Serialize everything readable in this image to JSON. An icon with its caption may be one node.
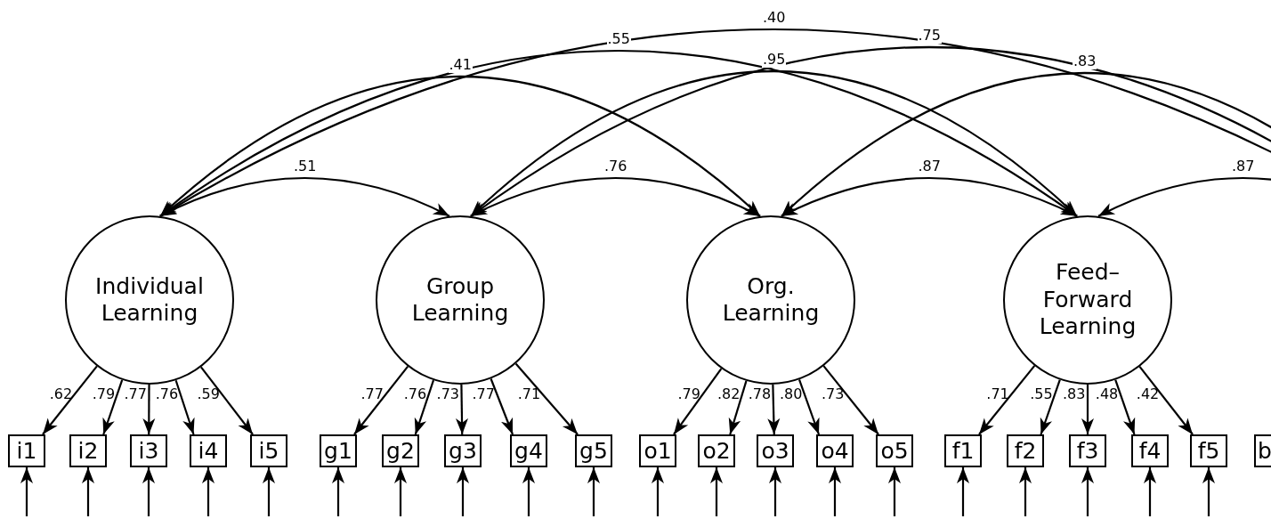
{
  "diagram": {
    "nodes": [
      {
        "text": [
          "Individual Learning"
        ]
      },
      {
        "text": [
          "Group Learning"
        ]
      },
      {
        "text": [
          "Org. Learning"
        ]
      },
      {
        "text": [
          "Feed–Forward Learning"
        ]
      },
      {
        "text": [
          "i1"
        ]
      },
      {
        "text": [
          "i2"
        ]
      },
      {
        "text": [
          "i3"
        ]
      },
      {
        "text": [
          "i4"
        ]
      },
      {
        "text": [
          "i5"
        ]
      },
      {
        "text": [
          "g1"
        ]
      },
      {
        "text": [
          "g2"
        ]
      },
      {
        "text": [
          "g3"
        ]
      },
      {
        "text": [
          "g4"
        ]
      },
      {
        "text": [
          "g5"
        ]
      },
      {
        "text": [
          "o1"
        ]
      },
      {
        "text": [
          "o2"
        ]
      },
      {
        "text": [
          "o3"
        ]
      },
      {
        "text": [
          "o4"
        ]
      },
      {
        "text": [
          "o5"
        ]
      },
      {
        "text": [
          "f1"
        ]
      },
      {
        "text": [
          "f2"
        ]
      },
      {
        "text": [
          "f3"
        ]
      },
      {
        "text": [
          "f4"
        ]
      },
      {
        "text": [
          "f5"
        ]
      },
      {
        "text": [
          "b"
        ]
      }
    ],
    "edges": [
      {
        "from": 0,
        "to": 1,
        "arrow": "both",
        "label": ".51"
      },
      {
        "from": 0,
        "to": 2,
        "arrow": "both",
        "label": ".41"
      },
      {
        "from": 0,
        "to": 3,
        "arrow": "both",
        "label": ".55"
      },
      {
        "from": null,
        "to": 0,
        "arrow": "to",
        "label": ".40"
      },
      {
        "from": 1,
        "to": 2,
        "arrow": "both",
        "label": ".76"
      },
      {
        "from": 1,
        "to": 3,
        "arrow": "both",
        "label": ".95"
      },
      {
        "from": null,
        "to": 1,
        "arrow": "to",
        "label": ".75"
      },
      {
        "from": 2,
        "to": 3,
        "arrow": "both",
        "label": ".87"
      },
      {
        "from": null,
        "to": 2,
        "arrow": "to",
        "label": ".83"
      },
      {
        "from": null,
        "to": 3,
        "arrow": "to",
        "label": ".87"
      },
      {
        "from": 0,
        "to": 4,
        "arrow": "to",
        "label": ".62"
      },
      {
        "from": 0,
        "to": 5,
        "arrow": "to",
        "label": ".79"
      },
      {
        "from": 0,
        "to": 6,
        "arrow": "to",
        "label": ".77"
      },
      {
        "from": 0,
        "to": 7,
        "arrow": "to",
        "label": ".76"
      },
      {
        "from": 0,
        "to": 8,
        "arrow": "to",
        "label": ".59"
      },
      {
        "from": 1,
        "to": 9,
        "arrow": "to",
        "label": ".77"
      },
      {
        "from": 1,
        "to": 10,
        "arrow": "to",
        "label": ".76"
      },
      {
        "from": 1,
        "to": 11,
        "arrow": "to",
        "label": ".73"
      },
      {
        "from": 1,
        "to": 12,
        "arrow": "to",
        "label": ".77"
      },
      {
        "from": 1,
        "to": 13,
        "arrow": "to",
        "label": ".71"
      },
      {
        "from": 2,
        "to": 14,
        "arrow": "to",
        "label": ".79"
      },
      {
        "from": 2,
        "to": 15,
        "arrow": "to",
        "label": ".82"
      },
      {
        "from": 2,
        "to": 16,
        "arrow": "to",
        "label": ".78"
      },
      {
        "from": 2,
        "to": 17,
        "arrow": "to",
        "label": ".80"
      },
      {
        "from": 2,
        "to": 18,
        "arrow": "to",
        "label": ".73"
      },
      {
        "from": 3,
        "to": 19,
        "arrow": "to",
        "label": ".71"
      },
      {
        "from": 3,
        "to": 20,
        "arrow": "to",
        "label": ".55"
      },
      {
        "from": 3,
        "to": 21,
        "arrow": "to",
        "label": ".83"
      },
      {
        "from": 3,
        "to": 22,
        "arrow": "to",
        "label": ".48"
      },
      {
        "from": 3,
        "to": 23,
        "arrow": "to",
        "label": ".42"
      },
      {
        "from": null,
        "to": 4,
        "arrow": "to"
      },
      {
        "from": null,
        "to": 5,
        "arrow": "to"
      },
      {
        "from": null,
        "to": 6,
        "arrow": "to"
      },
      {
        "from": null,
        "to": 7,
        "arrow": "to"
      },
      {
        "from": null,
        "to": 8,
        "arrow": "to"
      },
      {
        "from": null,
        "to": 9,
        "arrow": "to"
      },
      {
        "from": null,
        "to": 10,
        "arrow": "to"
      },
      {
        "from": null,
        "to": 11,
        "arrow": "to"
      },
      {
        "from": null,
        "to": 12,
        "arrow": "to"
      },
      {
        "from": null,
        "to": 13,
        "arrow": "to"
      },
      {
        "from": null,
        "to": 14,
        "arrow": "to"
      },
      {
        "from": null,
        "to": 15,
        "arrow": "to"
      },
      {
        "from": null,
        "to": 16,
        "arrow": "to"
      },
      {
        "from": null,
        "to": 17,
        "arrow": "to"
      },
      {
        "from": null,
        "to": 18,
        "arrow": "to"
      },
      {
        "from": null,
        "to": 19,
        "arrow": "to"
      },
      {
        "from": null,
        "to": 20,
        "arrow": "to"
      },
      {
        "from": null,
        "to": 21,
        "arrow": "to"
      },
      {
        "from": null,
        "to": 22,
        "arrow": "to"
      },
      {
        "from": null,
        "to": 23,
        "arrow": "to"
      }
    ]
  }
}
